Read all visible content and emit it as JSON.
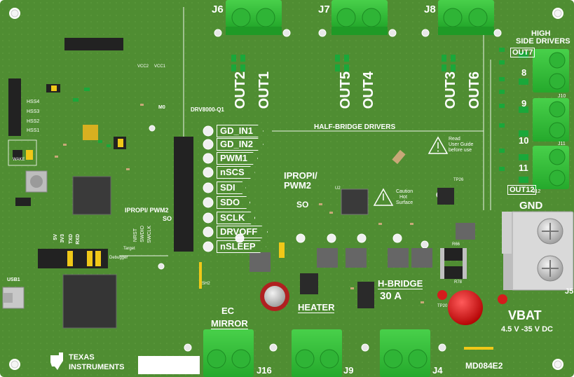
{
  "board": {
    "pcb_color": "#4f8d32",
    "terminal_color": "#2fbf37",
    "silk_color": "#ffffff",
    "title": "DRV8000-Q1",
    "board_id": "MD084E2",
    "brand_logo_text_1": "TEXAS",
    "brand_logo_text_2": "INSTRUMENTS"
  },
  "connectors": {
    "j6": "J6",
    "j7": "J7",
    "j8": "J8",
    "j10": "J10",
    "j11": "J11",
    "j12": "J12",
    "j16": "J16",
    "j9": "J9",
    "j4": "J4",
    "j5": "J5"
  },
  "outputs": {
    "out2": "OUT2",
    "out1": "OUT1",
    "out5": "OUT5",
    "out4": "OUT4",
    "out3": "OUT3",
    "out6": "OUT6",
    "out7": "OUT7",
    "out8": "8",
    "out9": "9",
    "out10": "10",
    "out11": "11",
    "out12": "OUT12"
  },
  "labels": {
    "high_side_1": "HIGH",
    "high_side_2": "SIDE DRIVERS",
    "half_bridge": "HALF-BRIDGE DRIVERS",
    "read_guide_1": "Read",
    "read_guide_2": "User Guide",
    "read_guide_3": "before use",
    "caution_1": "Caution",
    "caution_2": "Hot",
    "caution_3": "Surface",
    "gnd": "GND",
    "vbat": "VBAT",
    "vbat_range": "4.5 V -35 V DC",
    "hbridge": "H-BRIDGE",
    "hbridge_current": "30 A",
    "heater": "HEATER",
    "ec_1": "EC",
    "ec_2": "MIRROR",
    "ipropi_1": "IPROPI/",
    "ipropi_2": "PWM2",
    "ipropi_pwm2": "IPROPI/ PWM2",
    "so": "SO",
    "so2": "SO",
    "wake": "WAKE",
    "usb": "USB1",
    "hss4": "HSS4",
    "hss3": "HSS3",
    "hss2": "HSS2",
    "hss1": "HSS1",
    "pwm_ctrl": "5V",
    "v33": "3V3",
    "txd": "TXD",
    "rxd": "RXD",
    "nrst": "NRST",
    "swdio": "SWDIO",
    "swclk": "SWCLK",
    "target": "Target",
    "debugger": "Debugger",
    "vcc2": "VCC2",
    "vcc1": "VCC1",
    "m0": "M0",
    "sh2": "SH2",
    "tp26": "TP26",
    "tp20": "TP20",
    "r66": "R66",
    "r78": "R78",
    "u2": "U2"
  },
  "pins": [
    {
      "label": "GD_IN1"
    },
    {
      "label": "GD_IN2"
    },
    {
      "label": "PWM1"
    },
    {
      "label": "nSCS"
    },
    {
      "label": "SDI"
    },
    {
      "label": "SDO"
    },
    {
      "label": "SCLK"
    },
    {
      "label": "DRVOFF"
    },
    {
      "label": "nSLEEP"
    }
  ]
}
